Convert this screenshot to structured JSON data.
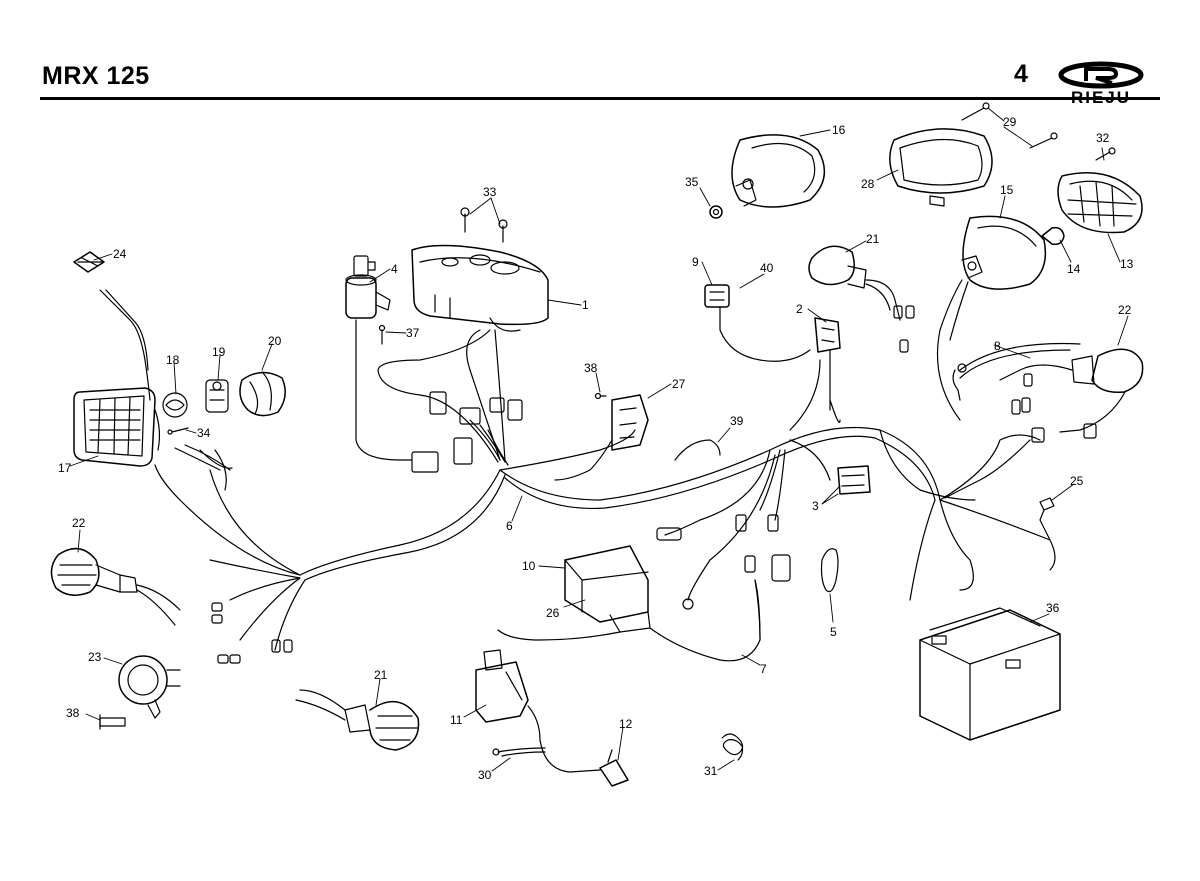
{
  "header": {
    "model": "MRX 125",
    "page": "4",
    "brand": "RIEJU"
  },
  "callouts": [
    {
      "id": "c1",
      "label": "1"
    },
    {
      "id": "c2",
      "label": "2"
    },
    {
      "id": "c3",
      "label": "3"
    },
    {
      "id": "c4",
      "label": "4"
    },
    {
      "id": "c5",
      "label": "5"
    },
    {
      "id": "c6",
      "label": "6"
    },
    {
      "id": "c7",
      "label": "7"
    },
    {
      "id": "c8",
      "label": "8"
    },
    {
      "id": "c9",
      "label": "9"
    },
    {
      "id": "c10",
      "label": "10"
    },
    {
      "id": "c11",
      "label": "11"
    },
    {
      "id": "c12",
      "label": "12"
    },
    {
      "id": "c13",
      "label": "13"
    },
    {
      "id": "c14",
      "label": "14"
    },
    {
      "id": "c15",
      "label": "15"
    },
    {
      "id": "c16",
      "label": "16"
    },
    {
      "id": "c17",
      "label": "17"
    },
    {
      "id": "c18",
      "label": "18"
    },
    {
      "id": "c19",
      "label": "19"
    },
    {
      "id": "c20",
      "label": "20"
    },
    {
      "id": "c21a",
      "label": "21"
    },
    {
      "id": "c21b",
      "label": "21"
    },
    {
      "id": "c22a",
      "label": "22"
    },
    {
      "id": "c22b",
      "label": "22"
    },
    {
      "id": "c23",
      "label": "23"
    },
    {
      "id": "c24",
      "label": "24"
    },
    {
      "id": "c25",
      "label": "25"
    },
    {
      "id": "c26",
      "label": "26"
    },
    {
      "id": "c27",
      "label": "27"
    },
    {
      "id": "c28",
      "label": "28"
    },
    {
      "id": "c29",
      "label": "29"
    },
    {
      "id": "c30",
      "label": "30"
    },
    {
      "id": "c31",
      "label": "31"
    },
    {
      "id": "c32",
      "label": "32"
    },
    {
      "id": "c33",
      "label": "33"
    },
    {
      "id": "c34",
      "label": "34"
    },
    {
      "id": "c35",
      "label": "35"
    },
    {
      "id": "c36",
      "label": "36"
    },
    {
      "id": "c37",
      "label": "37"
    },
    {
      "id": "c38a",
      "label": "38"
    },
    {
      "id": "c38b",
      "label": "38"
    },
    {
      "id": "c39",
      "label": "39"
    },
    {
      "id": "c40",
      "label": "40"
    }
  ]
}
